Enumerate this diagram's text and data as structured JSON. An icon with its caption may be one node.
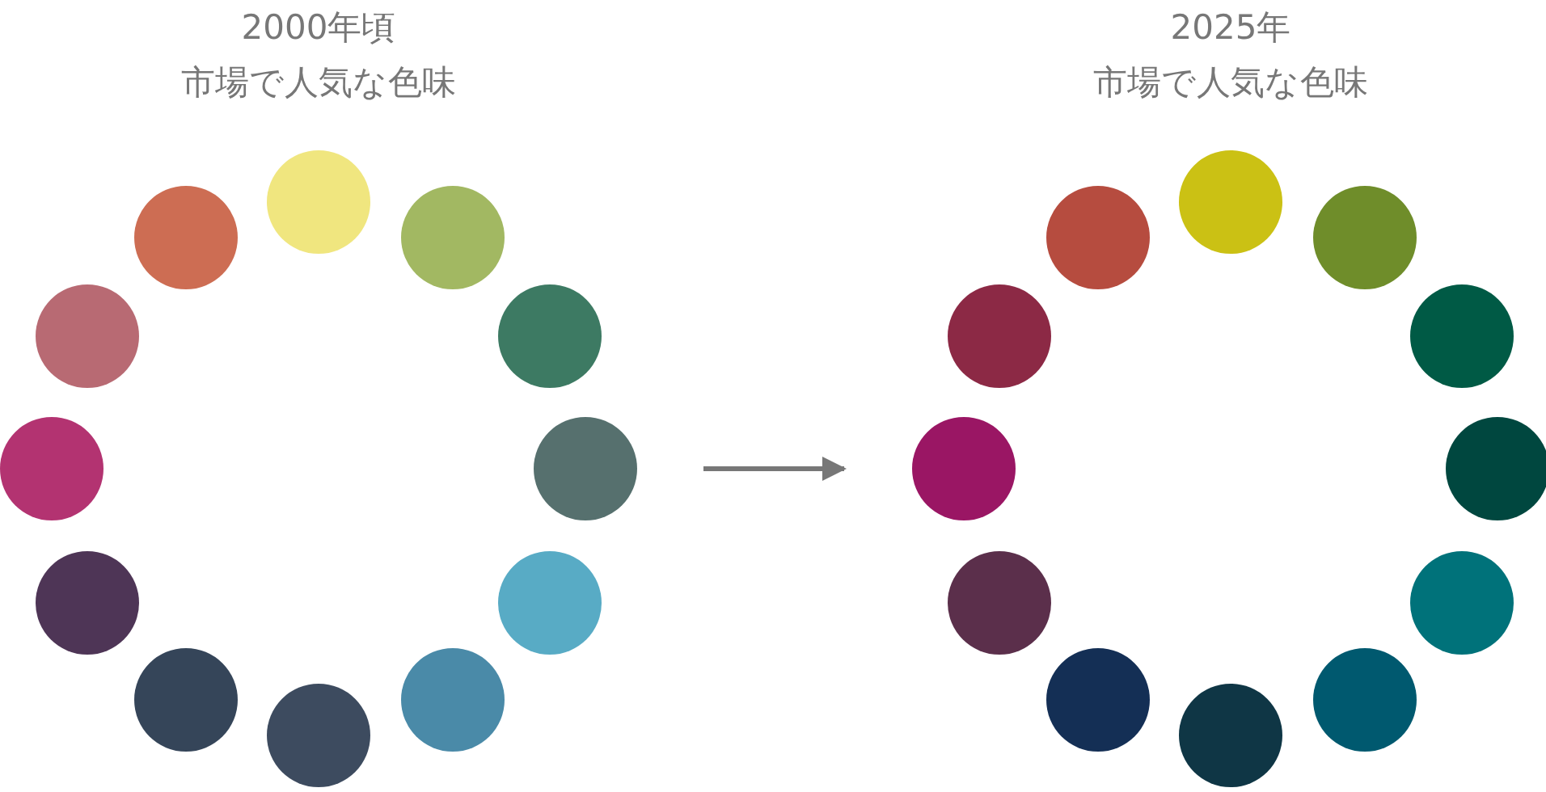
{
  "diagram": {
    "nodes": [
      {
        "text": [
          "2000年頃",
          "市場で人気な色味"
        ]
      },
      {
        "text": [],
        "shape": "circle",
        "in": 0
      },
      {
        "text": [],
        "shape": "circle",
        "in": 0
      },
      {
        "text": [],
        "shape": "circle",
        "in": 0
      },
      {
        "text": [],
        "shape": "circle",
        "in": 0
      },
      {
        "text": [],
        "shape": "circle",
        "in": 0
      },
      {
        "text": [],
        "shape": "circle",
        "in": 0
      },
      {
        "text": [],
        "shape": "circle",
        "in": 0
      },
      {
        "text": [],
        "shape": "circle",
        "in": 0
      },
      {
        "text": [],
        "shape": "circle",
        "in": 0
      },
      {
        "text": [],
        "shape": "circle",
        "in": 0
      },
      {
        "text": [],
        "shape": "circle",
        "in": 0
      },
      {
        "text": [],
        "shape": "circle",
        "in": 0
      },
      {
        "text": [
          "2025年",
          "市場で人気な色味"
        ]
      },
      {
        "text": [],
        "shape": "circle",
        "in": 13
      },
      {
        "text": [],
        "shape": "circle",
        "in": 13
      },
      {
        "text": [],
        "shape": "circle",
        "in": 13
      },
      {
        "text": [],
        "shape": "circle",
        "in": 13
      },
      {
        "text": [],
        "shape": "circle",
        "in": 13
      },
      {
        "text": [],
        "shape": "circle",
        "in": 13
      },
      {
        "text": [],
        "shape": "circle",
        "in": 13
      },
      {
        "text": [],
        "shape": "circle",
        "in": 13
      },
      {
        "text": [],
        "shape": "circle",
        "in": 13
      },
      {
        "text": [],
        "shape": "circle",
        "in": 13
      },
      {
        "text": [],
        "shape": "circle",
        "in": 13
      },
      {
        "text": [],
        "shape": "circle",
        "in": 13
      }
    ],
    "edges": [
      {
        "from": 0,
        "to": 13,
        "arrow": "to"
      }
    ]
  }
}
